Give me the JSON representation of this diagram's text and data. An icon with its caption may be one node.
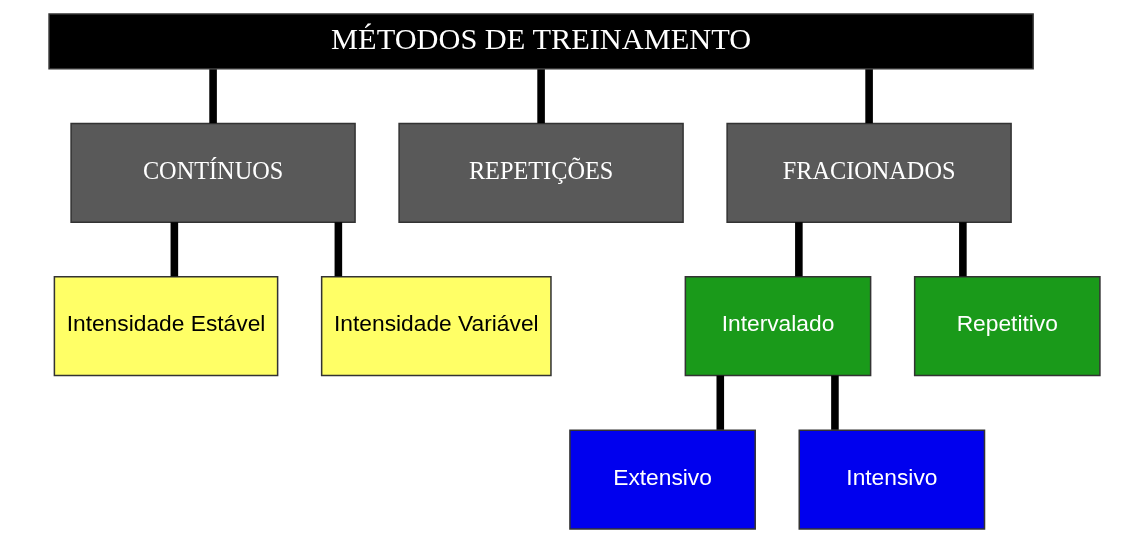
{
  "diagram": {
    "nodes": [
      {
        "text": [
          "MÉTODOS DE TREINAMENTO"
        ]
      },
      {
        "text": [
          "CONTÍNUOS"
        ]
      },
      {
        "text": [
          "REPETIÇÕES"
        ]
      },
      {
        "text": [
          "FRACIONADOS"
        ]
      },
      {
        "text": [
          "Intensidade Estável"
        ]
      },
      {
        "text": [
          "Intensidade Variável"
        ]
      },
      {
        "text": [
          "Intervalado"
        ]
      },
      {
        "text": [
          "Repetitivo"
        ]
      },
      {
        "text": [
          "Extensivo"
        ]
      },
      {
        "text": [
          "Intensivo"
        ]
      }
    ],
    "edges": [
      {
        "from": 0,
        "to": 1,
        "arrow": "none"
      },
      {
        "from": 0,
        "to": 2,
        "arrow": "none"
      },
      {
        "from": 0,
        "to": 3,
        "arrow": "none"
      },
      {
        "from": 1,
        "to": 4,
        "arrow": "none"
      },
      {
        "from": 1,
        "to": 5,
        "arrow": "none"
      },
      {
        "from": 3,
        "to": 6,
        "arrow": "none"
      },
      {
        "from": 3,
        "to": 7,
        "arrow": "none"
      },
      {
        "from": 6,
        "to": 8,
        "arrow": "none"
      },
      {
        "from": 6,
        "to": 9,
        "arrow": "none"
      }
    ]
  }
}
